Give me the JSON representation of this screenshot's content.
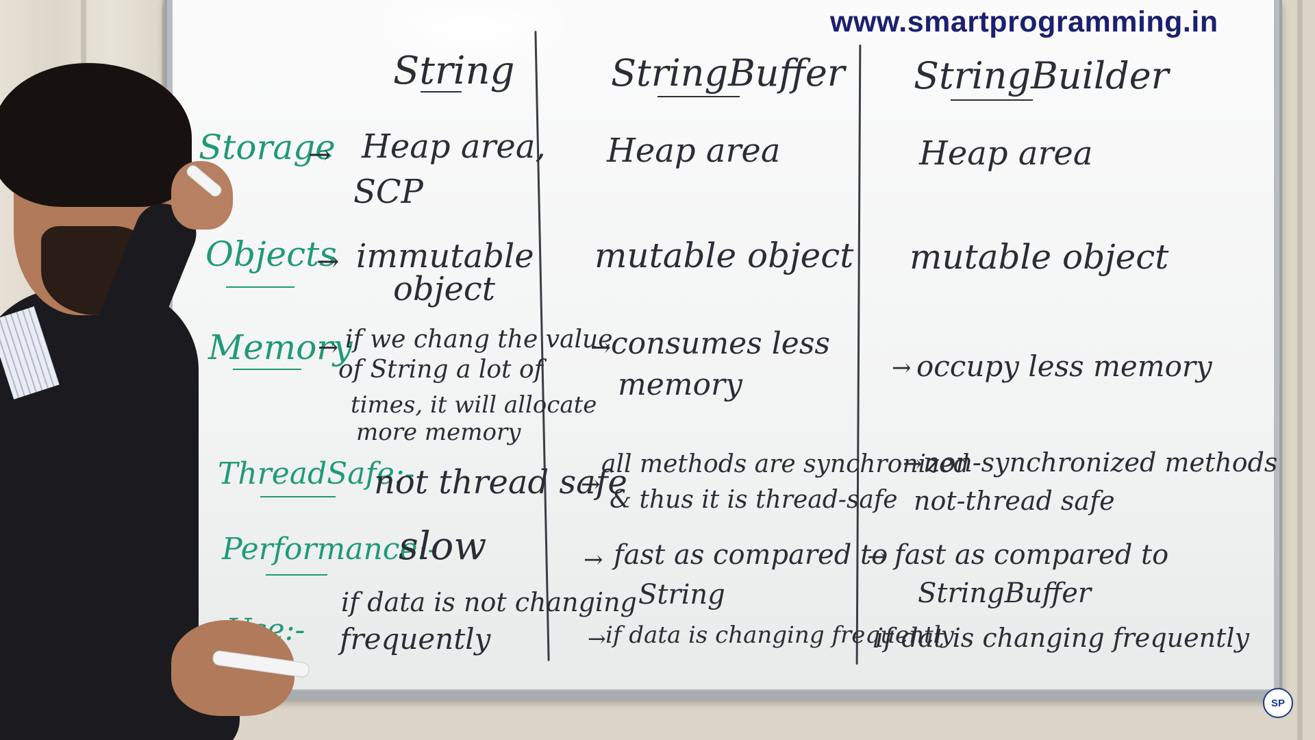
{
  "website": "www.smartprogramming.in",
  "board": {
    "headers": {
      "string": "String",
      "string_buffer": "StringBuffer",
      "string_builder": "StringBuilder"
    },
    "rows": {
      "storage": {
        "label": "Storage",
        "string": [
          "Heap area,",
          "SCP"
        ],
        "string_buffer": "Heap area",
        "string_builder": "Heap area"
      },
      "objects": {
        "label": "Objects",
        "string": [
          "immutable",
          "object"
        ],
        "string_buffer": "mutable object",
        "string_builder": "mutable object"
      },
      "memory": {
        "label": "Memory",
        "string": [
          "if we chang the value",
          "of String a lot of",
          "times, it will allocate",
          "more memory"
        ],
        "string_buffer": [
          "consumes less",
          "memory"
        ],
        "string_builder": "occupy less memory"
      },
      "thread_safe": {
        "label": "ThreadSafe:-",
        "string": "not thread safe",
        "string_buffer": [
          "all methods are synchronized",
          "& thus it is thread-safe"
        ],
        "string_builder": [
          "non-synchronized methods",
          "not-thread safe"
        ]
      },
      "performance": {
        "label": "Performance:-",
        "string": "slow",
        "string_buffer": [
          "fast as compared to",
          "String"
        ],
        "string_builder": [
          "fast as compared to",
          "StringBuffer"
        ]
      },
      "use": {
        "label": "Use:-",
        "string": [
          "if data is not changing",
          "frequently"
        ],
        "string_buffer": "if data is changing frequently",
        "string_builder": "if dat is changing frequently"
      }
    }
  },
  "colors": {
    "brand_url": "#1b2070",
    "marker_dark": "#2b2d35",
    "marker_green": "#1f9a77"
  }
}
